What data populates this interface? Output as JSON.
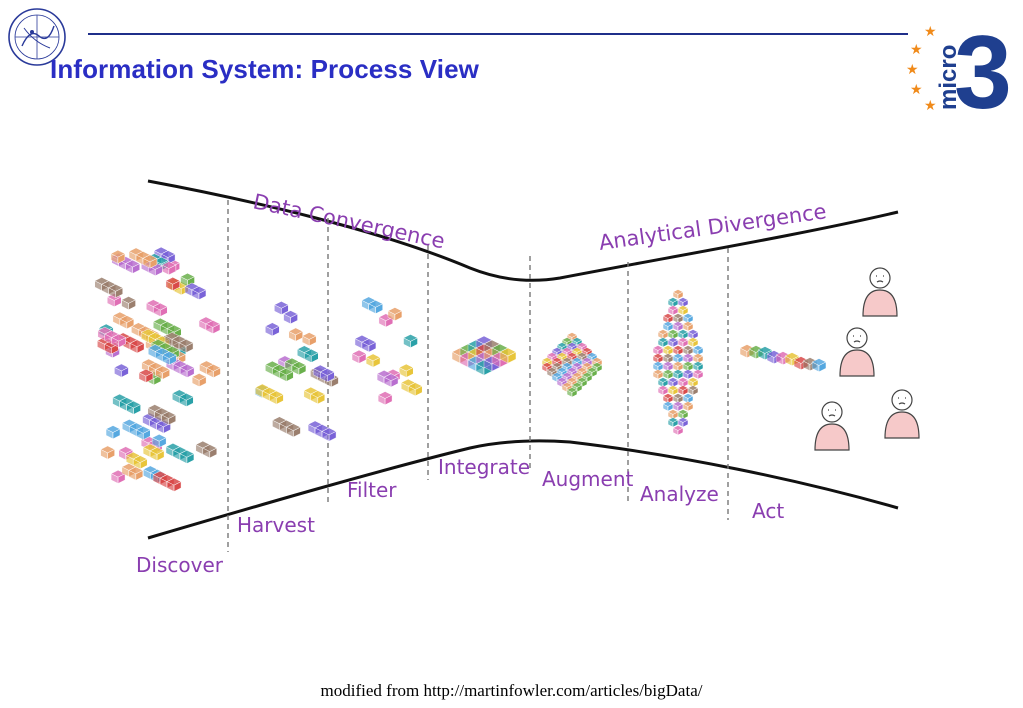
{
  "slide": {
    "title": "Information System: Process View",
    "credit": "modified from http://martinfowler.com/articles/bigData/",
    "logo_right_text": "micro"
  },
  "diagram": {
    "phases": {
      "convergence": "Data Convergence",
      "divergence": "Analytical Divergence"
    },
    "stages": [
      "Discover",
      "Harvest",
      "Filter",
      "Integrate",
      "Augment",
      "Analyze",
      "Act"
    ]
  },
  "colors": {
    "title": "#2a2ec4",
    "rule": "#1f2f8a",
    "label": "#8a3eb0",
    "logo_blue": "#1f3f8f",
    "logo_star": "#f08a1a"
  }
}
